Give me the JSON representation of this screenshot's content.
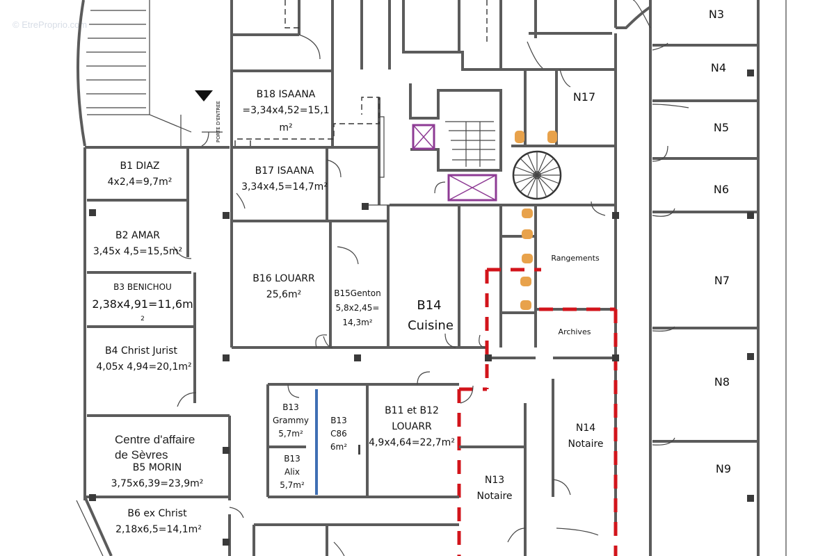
{
  "watermark": "© EtreProprio.com",
  "entry_label": "PORTE D'ENTREE",
  "company_sign": [
    "Centre d'affaire",
    "de Sèvres"
  ],
  "rooms": {
    "b1": [
      "B1 DIAZ",
      "4x2,4=9,7m²"
    ],
    "b2": [
      "B2 AMAR",
      "3,45x 4,5=15,5m²"
    ],
    "b3": [
      "B3 BENICHOU",
      "2,38x4,91=11,6m",
      "2"
    ],
    "b4": [
      "B4 Christ Jurist",
      "4,05x 4,94=20,1m²"
    ],
    "b5": [
      "B5 MORIN",
      "3,75x6,39=23,9m²"
    ],
    "b6": [
      "B6 ex Christ",
      "2,18x6,5=14,1m²"
    ],
    "b18": [
      "B18 ISAANA",
      "=3,34x4,52=15,1",
      "m²"
    ],
    "b17": [
      "B17 ISAANA",
      "3,34x4,5=14,7m²"
    ],
    "b16": [
      "B16 LOUARR",
      "25,6m²"
    ],
    "b15": [
      "B15Genton",
      "5,8x2,45=",
      "14,3m²"
    ],
    "b14": [
      "B14",
      "Cuisine"
    ],
    "b13_grammy": [
      "B13",
      "Grammy",
      "5,7m²"
    ],
    "b13_c86": [
      "B13",
      "C86",
      "6m²"
    ],
    "b13_alix": [
      "B13",
      "Alix",
      "5,7m²"
    ],
    "b11_b12": [
      "B11 et B12",
      "LOUARR",
      "4,9x4,64=22,7m²"
    ],
    "n13": [
      "N13",
      "Notaire"
    ],
    "n14": [
      "N14",
      "Notaire"
    ],
    "n17": [
      "N17"
    ],
    "n3": [
      "N3"
    ],
    "n4": [
      "N4"
    ],
    "n5": [
      "N5"
    ],
    "n6": [
      "N6"
    ],
    "n7": [
      "N7"
    ],
    "n8": [
      "N8"
    ],
    "n9": [
      "N9"
    ],
    "rangements": [
      "Rangements"
    ],
    "archives": [
      "Archives"
    ]
  }
}
